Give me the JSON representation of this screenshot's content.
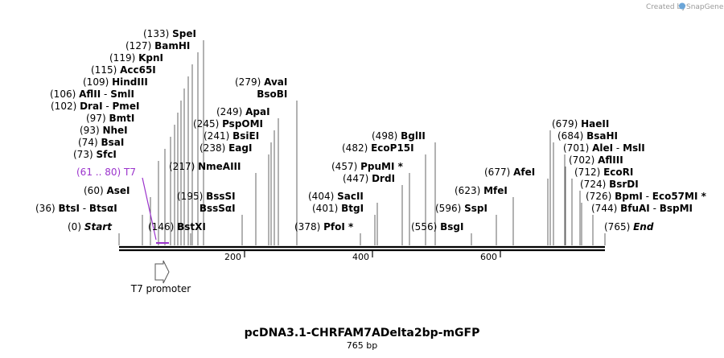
{
  "watermark": {
    "created_by": "Created by",
    "brand": "SnapGene"
  },
  "plasmid": {
    "name": "pcDNA3.1-CHRFAM7ADelta2bp-mGFP",
    "length_label": "765 bp"
  },
  "ruler": {
    "ticks": [
      "200",
      "400",
      "600"
    ]
  },
  "features": [
    {
      "range": "(61 .. 80)",
      "name": "T7",
      "color": "#9b33cc"
    }
  ],
  "feature_arrow": {
    "label": "T7 promoter"
  },
  "sites": [
    {
      "pos": "(0)",
      "name": "Start"
    },
    {
      "pos": "(36)",
      "name": "BtsI",
      "sep": " - ",
      "name2": "BtsαI"
    },
    {
      "pos": "(60)",
      "name": "AseI"
    },
    {
      "pos": "(73)",
      "name": "SfcI"
    },
    {
      "pos": "(74)",
      "name": "BsaI"
    },
    {
      "pos": "(93)",
      "name": "NheI"
    },
    {
      "pos": "(97)",
      "name": "BmtI"
    },
    {
      "pos": "(102)",
      "name": "DraI",
      "sep": " - ",
      "name2": "PmeI"
    },
    {
      "pos": "(106)",
      "name": "AflII",
      "sep": " - ",
      "name2": "SmlI"
    },
    {
      "pos": "(109)",
      "name": "HindIII"
    },
    {
      "pos": "(115)",
      "name": "Acc65I"
    },
    {
      "pos": "(119)",
      "name": "KpnI"
    },
    {
      "pos": "(127)",
      "name": "BamHI"
    },
    {
      "pos": "(133)",
      "name": "SpeI"
    },
    {
      "pos": "(146)",
      "name": "BstXI"
    },
    {
      "pos": "(195)",
      "name": "BssSI",
      "name2b": "BssSαI"
    },
    {
      "pos": "(217)",
      "name": "NmeAIII"
    },
    {
      "pos": "(238)",
      "name": "EagI"
    },
    {
      "pos": "(241)",
      "name": "BsiEI"
    },
    {
      "pos": "(245)",
      "name": "PspOMI"
    },
    {
      "pos": "(249)",
      "name": "ApaI"
    },
    {
      "pos": "(279)",
      "name": "AvaI",
      "name2b": "BsoBI"
    },
    {
      "pos": "(378)",
      "name": "PfoI *"
    },
    {
      "pos": "(401)",
      "name": "BtgI"
    },
    {
      "pos": "(404)",
      "name": "SacII"
    },
    {
      "pos": "(447)",
      "name": "DrdI"
    },
    {
      "pos": "(457)",
      "name": "PpuMI *"
    },
    {
      "pos": "(482)",
      "name": "EcoP15I"
    },
    {
      "pos": "(498)",
      "name": "BglII"
    },
    {
      "pos": "(556)",
      "name": "BsgI"
    },
    {
      "pos": "(596)",
      "name": "SspI"
    },
    {
      "pos": "(623)",
      "name": "MfeI"
    },
    {
      "pos": "(677)",
      "name": "AfeI"
    },
    {
      "pos": "(679)",
      "name": "HaeII"
    },
    {
      "pos": "(684)",
      "name": "BsaHI"
    },
    {
      "pos": "(701)",
      "name": "AleI",
      "sep": " - ",
      "name2": "MslI"
    },
    {
      "pos": "(702)",
      "name": "AflIII"
    },
    {
      "pos": "(712)",
      "name": "EcoRI"
    },
    {
      "pos": "(724)",
      "name": "BsrDI"
    },
    {
      "pos": "(726)",
      "name": "BpmI",
      "sep": " - ",
      "name2": "Eco57MI *"
    },
    {
      "pos": "(744)",
      "name": "BfuAI",
      "sep": " - ",
      "name2": "BspMI"
    },
    {
      "pos": "(765)",
      "name": "End"
    }
  ]
}
